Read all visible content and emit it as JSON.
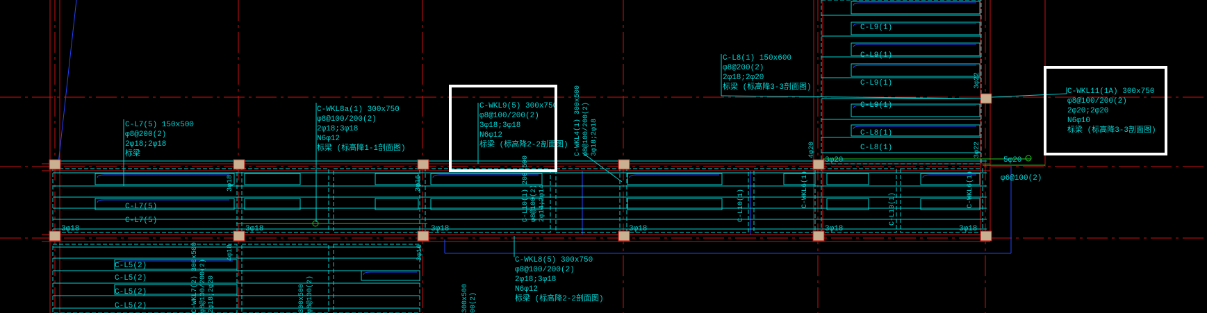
{
  "colors": {
    "background": "#000000",
    "axis_red": "#d01010",
    "beam_cyan": "#00d4d4",
    "rebar_blue": "#2244ff",
    "annotation_white": "#ffffff",
    "column_fill": "#c8b090",
    "link_green": "#22cc22"
  },
  "beams": {
    "L7": {
      "name": "C-L7(5) 150x500",
      "stirrup": "φ8@200(2)",
      "main": "2φ18;2φ18",
      "note": "标梁"
    },
    "WKL8a": {
      "name": "C-WKL8a(1) 300x750",
      "stirrup": "φ8@100/200(2)",
      "main": "2φ18;3φ18",
      "side": "N6φ12",
      "note": "标梁 (标高降1-1剖面图)"
    },
    "WKL9": {
      "name": "C-WKL9(5) 300x750",
      "stirrup": "φ8@100/200(2)",
      "main": "3φ18;3φ18",
      "side": "N6φ12",
      "note": "标梁 (标高降2-2剖面图)"
    },
    "WKL4": {
      "name": "C-WKL4(1) 300x500",
      "stirrup": "φ8@100/200(2)",
      "main": "3φ18;2φ18"
    },
    "L8": {
      "name": "C-L8(1) 150x600",
      "stirrup": "φ8@200(2)",
      "main": "2φ18;2φ20",
      "note": "标梁 (标高降3-3剖面图)"
    },
    "WKL11": {
      "name": "C-WKL11(1A) 300x750",
      "stirrup": "φ8@100/200(2)",
      "main": "2φ20;2φ20",
      "side": "N6φ10",
      "note": "标梁 (标高降3-3剖面图)"
    },
    "WKL8": {
      "name": "C-WKL8(5) 300x750",
      "stirrup": "φ8@100/200(2)",
      "main": "2φ18;3φ18",
      "side": "N6φ12",
      "note": "标梁 (标高降2-2剖面图)"
    },
    "L10": {
      "name": "C-L10(1) 200x500",
      "stirrup": "φ8@100(2)",
      "main": "2φ14;2φ14"
    },
    "L5_partial": {
      "name": "C-WKL7(2) 300x500",
      "stirrup": "φ8@100/200(2)",
      "main": "2φ18;2φ20"
    },
    "side_v1": {
      "name": "300x500",
      "stirrup": "φ8@100(2)"
    },
    "side_v2": {
      "name": "300x500",
      "stirrup": "00(2)"
    }
  },
  "labels": {
    "L7": "C-L7(5)",
    "L5": "C-L5(2)",
    "L9": "C-L9(1)",
    "L8": "C-L8(1)",
    "L10": "C-L10(1)",
    "WKL6": "C-WKL6(1)",
    "WKL6b": "C-WKL6(1)",
    "L9_upper": "C-L9(1)"
  },
  "rebar_marks": {
    "r1": "3φ18",
    "r2": "3φ18",
    "r3": "3φ18",
    "r4": "3φ18",
    "r5": "3φ18",
    "r6": "3φ18",
    "r7": "3φ18",
    "r8": "3φ20",
    "r9": "5φ20",
    "r10": "φ6@100(2)",
    "v1": "3φ18",
    "v2": "3φ16",
    "v3": "4φ18",
    "v4": "3φ16",
    "v5": "4φ20",
    "v6": "3φ22",
    "v7": "3φ22"
  }
}
